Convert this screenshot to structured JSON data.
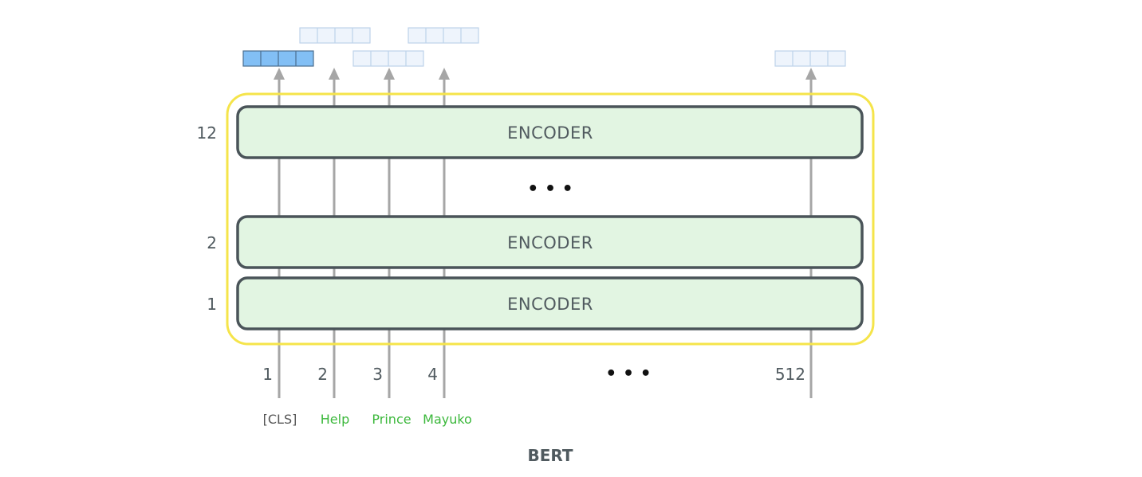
{
  "diagram": {
    "title": "BERT",
    "encoders": [
      {
        "layer_label": "12",
        "text": "ENCODER"
      },
      {
        "layer_label": "2",
        "text": "ENCODER"
      },
      {
        "layer_label": "1",
        "text": "ENCODER"
      }
    ],
    "layer_ellipsis": "• • •",
    "positions": [
      "1",
      "2",
      "3",
      "4",
      "512"
    ],
    "position_ellipsis": "• • •",
    "tokens": [
      {
        "text": "[CLS]",
        "color": "#555555"
      },
      {
        "text": "Help",
        "color": "#3cb83c"
      },
      {
        "text": "Prince",
        "color": "#3cb83c"
      },
      {
        "text": "Mayuko",
        "color": "#3cb83c"
      }
    ],
    "colors": {
      "encoder_fill": "#e2f5e2",
      "encoder_stroke": "#4a5459",
      "highlight_box": "#f5e44a",
      "arrow": "#a6a6a6",
      "cls_vector_fill": "#82bff5",
      "cls_vector_stroke": "#4a6e8f",
      "other_vector_fill": "#eef4fc",
      "other_vector_stroke": "#bdd3ea",
      "text": "#505a5f"
    }
  }
}
